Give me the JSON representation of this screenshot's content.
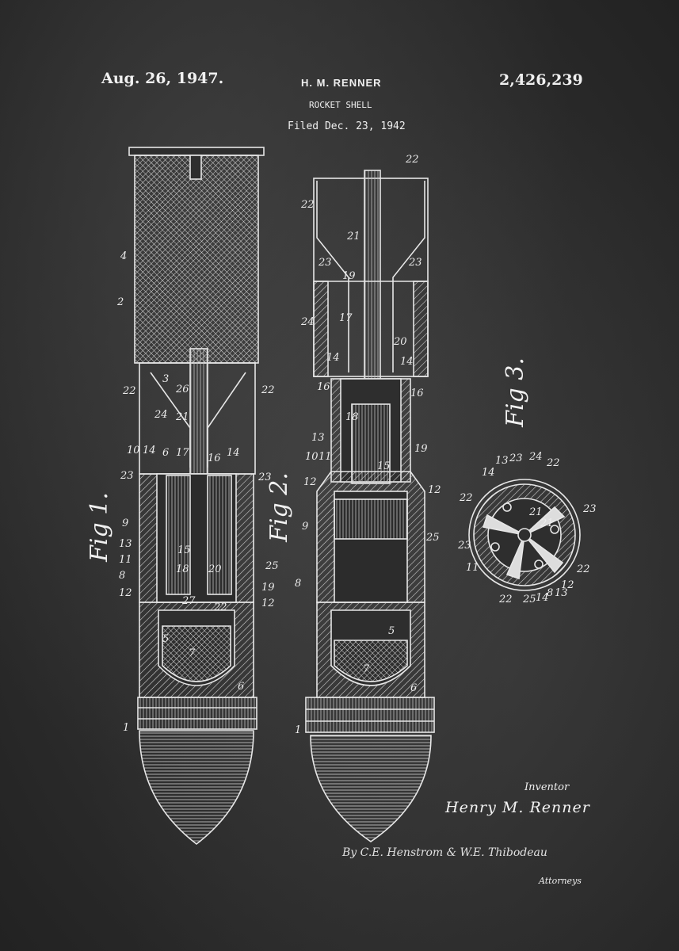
{
  "header": {
    "date": "Aug. 26, 1947.",
    "inventor": "H. M. RENNER",
    "patent_number": "2,426,239",
    "title": "ROCKET SHELL",
    "filed": "Filed Dec. 23, 1942"
  },
  "figures": {
    "fig1": "Fig 1.",
    "fig2": "Fig 2.",
    "fig3": "Fig 3."
  },
  "labels": {
    "l1": "1",
    "l2": "2",
    "l3": "3",
    "l4": "4",
    "l5": "5",
    "l6": "6",
    "l7": "7",
    "l8": "8",
    "l9": "9",
    "l10": "10",
    "l11": "11",
    "l12": "12",
    "l13": "13",
    "l14": "14",
    "l15": "15",
    "l16": "16",
    "l17": "17",
    "l18": "18",
    "l19": "19",
    "l20": "20",
    "l21": "21",
    "l22": "22",
    "l23": "23",
    "l24": "24",
    "l25": "25",
    "l26": "26",
    "l27": "27"
  },
  "signature": {
    "inventor_label": "Inventor",
    "inventor_name": "Henry M. Renner",
    "attorneys_signature": "By C.E. Henstrom & W.E. Thibodeau",
    "attorneys_label": "Attorneys"
  }
}
